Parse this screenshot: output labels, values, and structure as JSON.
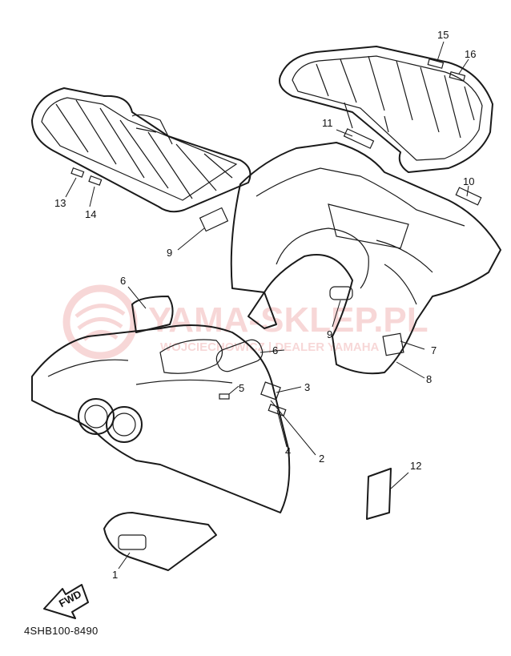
{
  "callouts": [
    {
      "id": "1",
      "label": "1"
    },
    {
      "id": "2",
      "label": "2"
    },
    {
      "id": "3",
      "label": "3"
    },
    {
      "id": "4",
      "label": "4"
    },
    {
      "id": "5",
      "label": "5"
    },
    {
      "id": "6a",
      "label": "6"
    },
    {
      "id": "6b",
      "label": "6"
    },
    {
      "id": "7",
      "label": "7"
    },
    {
      "id": "8",
      "label": "8"
    },
    {
      "id": "9a",
      "label": "9"
    },
    {
      "id": "9b",
      "label": "9"
    },
    {
      "id": "10",
      "label": "10"
    },
    {
      "id": "11",
      "label": "11"
    },
    {
      "id": "12",
      "label": "12"
    },
    {
      "id": "13",
      "label": "13"
    },
    {
      "id": "14",
      "label": "14"
    },
    {
      "id": "15",
      "label": "15"
    },
    {
      "id": "16",
      "label": "16"
    }
  ],
  "fwd_label": "FWD",
  "diagram_code": "4SHB100-8490",
  "watermark": {
    "main": "YAMA-SKLEP.PL",
    "sub": "WOJCIECHOWICZ | DEALER YAMAHA",
    "color": "#f2b8b8"
  }
}
